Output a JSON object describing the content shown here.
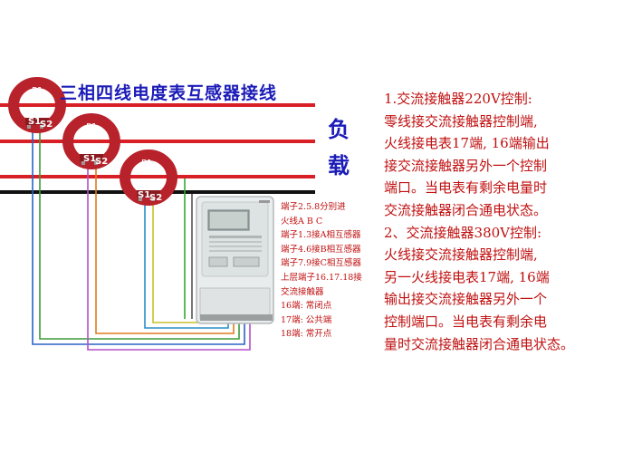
{
  "title": "三相四线电度表互感器接线",
  "load_label": [
    "负",
    "载"
  ],
  "ct_labels": {
    "p1": "P1",
    "s1": "S1",
    "s2": "S2"
  },
  "meter_notes": [
    "端子2.5.8分别进",
    "火线A B C",
    "端子1.3接A相互感器",
    "端子4.6接B相互感器",
    "端子7.9接C相互感器",
    "上层端子16.17.18接",
    "交流接触器",
    "16端: 常闭点",
    "17端: 公共端",
    "18端: 常开点"
  ],
  "instructions": [
    "1.交流接触器220V控制:",
    "零线接交流接触器控制端,",
    "火线接电表17端, 16端输出",
    "接交流接触器另外一个控制",
    "端口。当电表有剩余电量时",
    "交流接触器闭合通电状态。",
    "2、交流接触器380V控制:",
    "火线接交流接触器控制端,",
    "另一火线接电表17端, 16端",
    "输出接交流接触器另外一个",
    "控制端口。当电表有剩余电",
    "量时交流接触器闭合通电状态。"
  ],
  "colors": {
    "phase_line": "#d81f26",
    "neutral_line": "#111111",
    "ct_ring": "#b8222a",
    "title": "#1b1bb8",
    "text": "#c01010",
    "meter_body": "#e9ecec"
  }
}
